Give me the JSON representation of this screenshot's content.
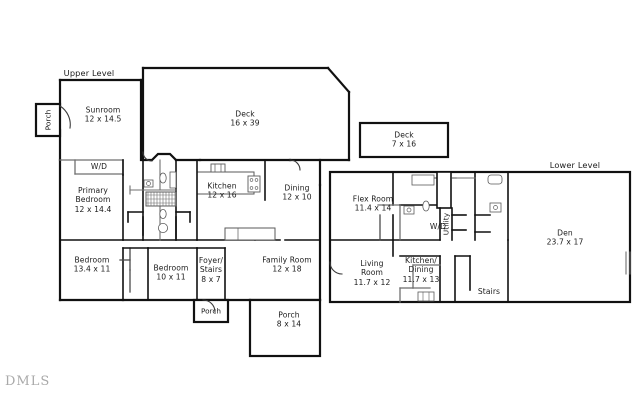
{
  "document": {
    "type": "real-estate-floor-plan",
    "watermark": "DMLS",
    "line_color": "#111111",
    "thin_line_color": "#7d7d7d",
    "background": "#ffffff",
    "text_color": "#1b1b1b"
  },
  "levels": [
    {
      "id": "upper",
      "label": "Upper Level"
    },
    {
      "id": "lower",
      "label": "Lower Level"
    }
  ],
  "upper_level": {
    "label": "Upper Level",
    "rooms": [
      {
        "id": "porch-left",
        "name": "Porch",
        "dimensions": "",
        "orientation": "vertical"
      },
      {
        "id": "sunroom",
        "name": "Sunroom",
        "dimensions": "12 x 14.5"
      },
      {
        "id": "deck-main",
        "name": "Deck",
        "dimensions": "16 x 39"
      },
      {
        "id": "wd-upper",
        "name": "W/D",
        "dimensions": ""
      },
      {
        "id": "primary-bed",
        "name": "Primary Bedroom",
        "dimensions": "12 x 14.4",
        "name_line1": "Primary",
        "name_line2": "Bedroom"
      },
      {
        "id": "kitchen",
        "name": "Kitchen",
        "dimensions": "12 x 16"
      },
      {
        "id": "dining",
        "name": "Dining",
        "dimensions": "12 x 10"
      },
      {
        "id": "bedroom-2",
        "name": "Bedroom",
        "dimensions": "13.4 x 11"
      },
      {
        "id": "bedroom-3",
        "name": "Bedroom",
        "dimensions": "10 x 11"
      },
      {
        "id": "foyer-stairs",
        "name": "Foyer/Stairs",
        "dimensions": "8 x 7",
        "name_line1": "Foyer/",
        "name_line2": "Stairs"
      },
      {
        "id": "family-room",
        "name": "Family Room",
        "dimensions": "12 x 18"
      },
      {
        "id": "porch-front",
        "name": "Porch",
        "dimensions": ""
      },
      {
        "id": "porch-rear",
        "name": "Porch",
        "dimensions": "8 x 14"
      }
    ]
  },
  "detached": {
    "deck-small": {
      "name": "Deck",
      "dimensions": "7 x 16"
    }
  },
  "lower_level": {
    "label": "Lower Level",
    "rooms": [
      {
        "id": "flex-room",
        "name": "Flex Room",
        "dimensions": "11.4 x 14"
      },
      {
        "id": "wd-lower",
        "name": "W/D",
        "dimensions": ""
      },
      {
        "id": "utility",
        "name": "Utility",
        "dimensions": "",
        "orientation": "vertical"
      },
      {
        "id": "den",
        "name": "Den",
        "dimensions": "23.7 x 17"
      },
      {
        "id": "living-room",
        "name": "Living Room",
        "dimensions": "11.7 x 12",
        "name_line1": "Living",
        "name_line2": "Room"
      },
      {
        "id": "kitchen-dining",
        "name": "Kitchen/Dining",
        "dimensions": "11.7 x 13",
        "name_line1": "Kitchen/",
        "name_line2": "Dining"
      },
      {
        "id": "stairs",
        "name": "Stairs",
        "dimensions": ""
      }
    ]
  }
}
